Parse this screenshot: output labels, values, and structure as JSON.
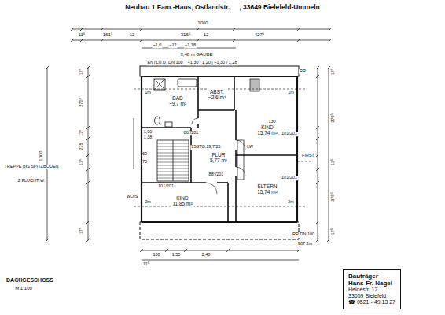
{
  "diagram": {
    "title": "Neubau 1 Fam.-Haus, Ostlandstr.     , 33649 Bielefeld-Ummeln",
    "nodes": [
      {
        "text": [
          "BAD",
          "~9,7 m²"
        ]
      },
      {
        "text": [
          "ABST.",
          "~2,6 m²"
        ]
      },
      {
        "text": [
          "KIND",
          "15,74 m²"
        ]
      },
      {
        "text": [
          "FLUR",
          "5,77 m²"
        ]
      },
      {
        "text": [
          "ELTERN",
          "15,74 m²"
        ]
      },
      {
        "text": [
          "KIND",
          "11,85 m²"
        ]
      },
      {
        "text": [
          "Bauträger",
          "Hans-Fr. Nagel",
          "Heidestr. 12",
          "33659 Bielefeld",
          "☎ 0521 - 49 13 27"
        ]
      }
    ],
    "labels": [
      "1000",
      "11⁵",
      "161⁵",
      "12",
      "316⁵",
      "12",
      "427⁵",
      "~1,0",
      "~12",
      "~1,18",
      "3,48 m GAUBE",
      "ENTLÜ.D. DN 100",
      "~1,30 / 1,20 | ~1,30 / 1,28",
      "RR",
      "1m",
      "1m",
      "2m",
      "2m",
      "1000",
      "17⁵",
      "270⁵",
      "11⁵",
      "275",
      "11⁵",
      "17⁵",
      "1,00",
      "1,38",
      "60",
      "70",
      "TREPPE BIS SPITZBODEN",
      "Z.FLUCHT W.",
      "WO/S",
      "101/201",
      "86⁷/201",
      "15STG.19,7/25",
      "LW",
      "88⁷/201",
      "130",
      "101/201",
      "FIRST",
      "101/201",
      "17⁵",
      "379⁵",
      "11⁵",
      "379⁵",
      "17⁵",
      "RR DN 100",
      "987 2m",
      "100",
      "1,50",
      "2,40",
      "11⁵",
      "DACHGESCHOSS",
      "M 1:100"
    ]
  }
}
